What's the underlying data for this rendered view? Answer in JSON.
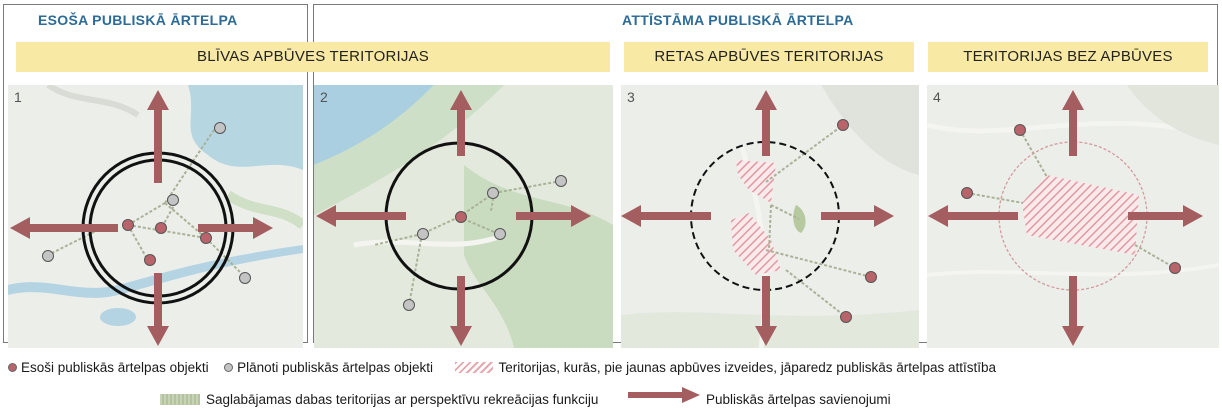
{
  "headers": {
    "existing": "ESOŠA PUBLISKĀ ĀRTELPA",
    "developing": "ATTĪSTĀMA PUBLISKĀ ĀRTELPA"
  },
  "bands": {
    "dense": "BLĪVAS APBŪVES TERITORIJAS",
    "sparse": "RETAS APBŪVES TERITORIJAS",
    "none": "TERITORIJAS BEZ APBŪVES"
  },
  "panels": [
    {
      "number": "1"
    },
    {
      "number": "2"
    },
    {
      "number": "3"
    },
    {
      "number": "4"
    }
  ],
  "legend": {
    "existing_objects": "Esoši publiskās ārtelpas objekti",
    "planned_objects": "Plānoti publiskās ārtelpas objekti",
    "hatched_territories": "Teritorijas, kurās, pie jaunas apbūves izveides, jāparedz publiskās ārtelpas attīstība",
    "nature_territories": "Saglabājamas dabas teritorijas ar perspektīvu rekreācijas funkciju",
    "connections": "Publiskās ārtelpas savienojumi"
  },
  "colors": {
    "header_text": "#2c6b96",
    "band": "#f8eaa5",
    "arrow": "#a45e60",
    "existing_point": "#b9646b",
    "planned_point": "#c4c4c4",
    "hatch": "#e5a8ae",
    "connection_line": "#9aa48a"
  }
}
